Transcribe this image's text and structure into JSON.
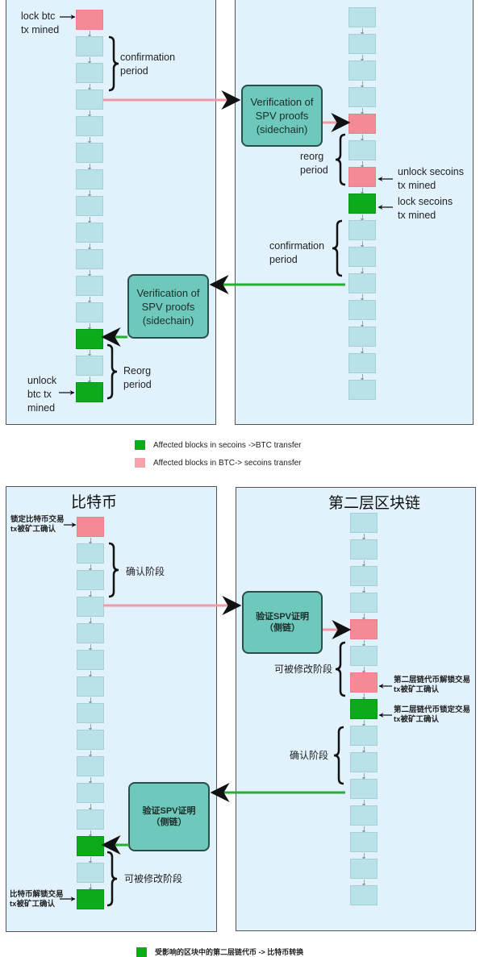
{
  "colors": {
    "panel_bg": "#e2f2fc",
    "block_default": "#b8e2e8",
    "block_pink": "#f48a95",
    "block_green": "#0cab1c",
    "verify_box": "#6ec8bb",
    "pink_line": "#f19aa5",
    "green_line": "#22b033"
  },
  "english": {
    "btc_chain": {
      "lock_label": "lock btc\ntx mined",
      "confirmation_label": "confirmation\nperiod",
      "verify_box": "Verification of\nSPV proofs\n(sidechain)",
      "reorg_label": "Reorg\nperiod",
      "unlock_label": "unlock\nbtc tx\nmined"
    },
    "sidechain": {
      "verify_box": "Verification of\nSPV proofs\n(sidechain)",
      "reorg_label": "reorg\nperiod",
      "unlock_label": "unlock secoins\ntx mined",
      "lock_label": "lock secoins\ntx mined",
      "confirmation_label": "confirmation\nperiod"
    },
    "legend": {
      "green": "Affected blocks in secoins ->BTC transfer",
      "pink": "Affected blocks in BTC-> secoins transfer"
    }
  },
  "chinese": {
    "btc_chain": {
      "title": "比特币",
      "lock_label": "锁定比特币交易\ntx被矿工确认",
      "confirmation_label": "确认阶段",
      "verify_box": "验证SPV证明\n（侧链）",
      "reorg_label": "可被修改阶段",
      "unlock_label": "比特币解锁交易\ntx被矿工确认"
    },
    "sidechain": {
      "title": "第二层区块链",
      "verify_box": "验证SPV证明\n（侧链）",
      "reorg_label": "可被修改阶段",
      "unlock_label": "第二层链代币解锁交易\ntx被矿工确认",
      "lock_label": "第二层链代币锁定交易\ntx被矿工确认",
      "confirmation_label": "确认阶段"
    },
    "legend": {
      "green": "受影响的区块中的第二层链代币 -> 比特币转换"
    }
  },
  "chains": {
    "top_left": [
      "pink",
      "default",
      "default",
      "default",
      "default",
      "default",
      "default",
      "default",
      "default",
      "default",
      "default",
      "default",
      "green",
      "default",
      "green"
    ],
    "top_right": [
      "default",
      "default",
      "default",
      "default",
      "pink",
      "default",
      "pink",
      "green",
      "default",
      "default",
      "default",
      "default",
      "default",
      "default",
      "default"
    ],
    "bottom_left": [
      "pink",
      "default",
      "default",
      "default",
      "default",
      "default",
      "default",
      "default",
      "default",
      "default",
      "default",
      "default",
      "green",
      "default",
      "green"
    ],
    "bottom_right": [
      "default",
      "default",
      "default",
      "default",
      "pink",
      "default",
      "pink",
      "green",
      "default",
      "default",
      "default",
      "default",
      "default",
      "default",
      "default"
    ]
  }
}
